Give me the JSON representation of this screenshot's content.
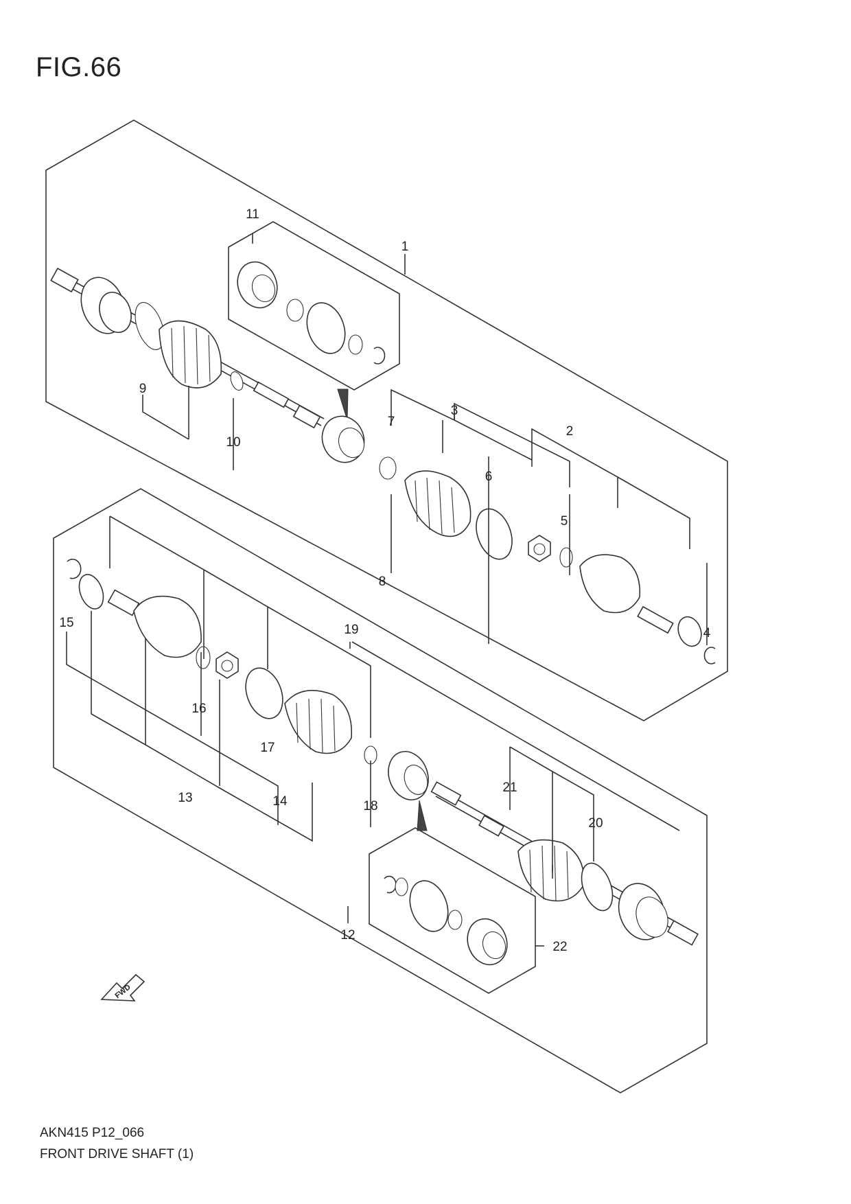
{
  "figure": {
    "title": "FIG.66"
  },
  "footer": {
    "code": "AKN415 P12_066",
    "name": "FRONT DRIVE SHAFT (1)"
  },
  "fwd_marker": "FWD",
  "callouts": {
    "c1": "1",
    "c2": "2",
    "c3": "3",
    "c4": "4",
    "c5": "5",
    "c6": "6",
    "c7": "7",
    "c8": "8",
    "c9": "9",
    "c10": "10",
    "c11": "11",
    "c12": "12",
    "c13": "13",
    "c14": "14",
    "c15": "15",
    "c16": "16",
    "c17": "17",
    "c18": "18",
    "c19": "19",
    "c20": "20",
    "c21": "21",
    "c22": "22"
  },
  "colors": {
    "line": "#333333",
    "text": "#222222",
    "background": "#ffffff"
  }
}
